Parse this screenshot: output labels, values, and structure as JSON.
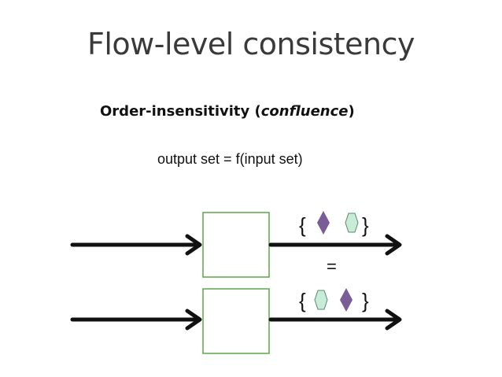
{
  "title": "Flow-level consistency",
  "subtitle": {
    "prefix": "Order-insensitivity (",
    "emphasis": "confluence",
    "suffix": ")"
  },
  "formula": "output set = f(input set)",
  "diagram": {
    "top_row": {
      "open_brace": "{",
      "items": [
        "purple-diamond",
        "green-hexagon"
      ],
      "close_brace": "}"
    },
    "equals": "=",
    "bottom_row": {
      "open_brace": "{",
      "items": [
        "green-hexagon",
        "purple-diamond"
      ],
      "close_brace": "}"
    },
    "colors": {
      "box_border": "#5aa64a",
      "arrow": "#111111",
      "diamond_fill": "#7a5c99",
      "hexagon_fill": "#c8ecd8",
      "hexagon_stroke": "#5a8a70"
    }
  }
}
